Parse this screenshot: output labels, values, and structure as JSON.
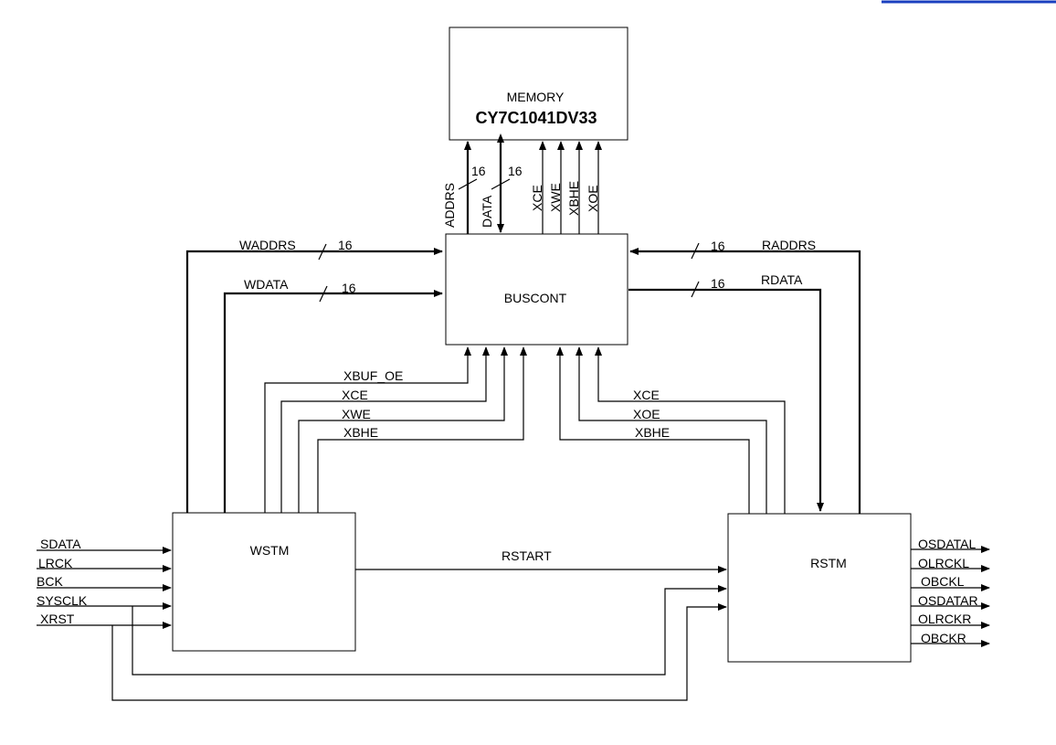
{
  "blocks": {
    "memory_title": "MEMORY",
    "memory_part": "CY7C1041DV33",
    "buscont": "BUSCONT",
    "wstm": "WSTM",
    "rstm": "RSTM"
  },
  "memory_signals": {
    "addrs": "ADDRS",
    "data": "DATA",
    "xce": "XCE",
    "xwe": "XWE",
    "xbhe": "XBHE",
    "xoe": "XOE",
    "width_addr": "16",
    "width_data": "16"
  },
  "write_side": {
    "waddrs": "WADDRS",
    "waddrs_width": "16",
    "wdata": "WDATA",
    "wdata_width": "16",
    "xbuf_oe": "XBUF_OE",
    "xce": "XCE",
    "xwe": "XWE",
    "xbhe": "XBHE"
  },
  "read_side": {
    "raddrs": "RADDRS",
    "raddrs_width": "16",
    "rdata": "RDATA",
    "rdata_width": "16",
    "xce": "XCE",
    "xoe": "XOE",
    "xbhe": "XBHE"
  },
  "rstart": "RSTART",
  "inputs": [
    "SDATA",
    "LRCK",
    "BCK",
    "SYSCLK",
    "XRST"
  ],
  "outputs": [
    "OSDATAL",
    "OLRCKL",
    "OBCKL",
    "OSDATAR",
    "OLRCKR",
    "OBCKR"
  ]
}
